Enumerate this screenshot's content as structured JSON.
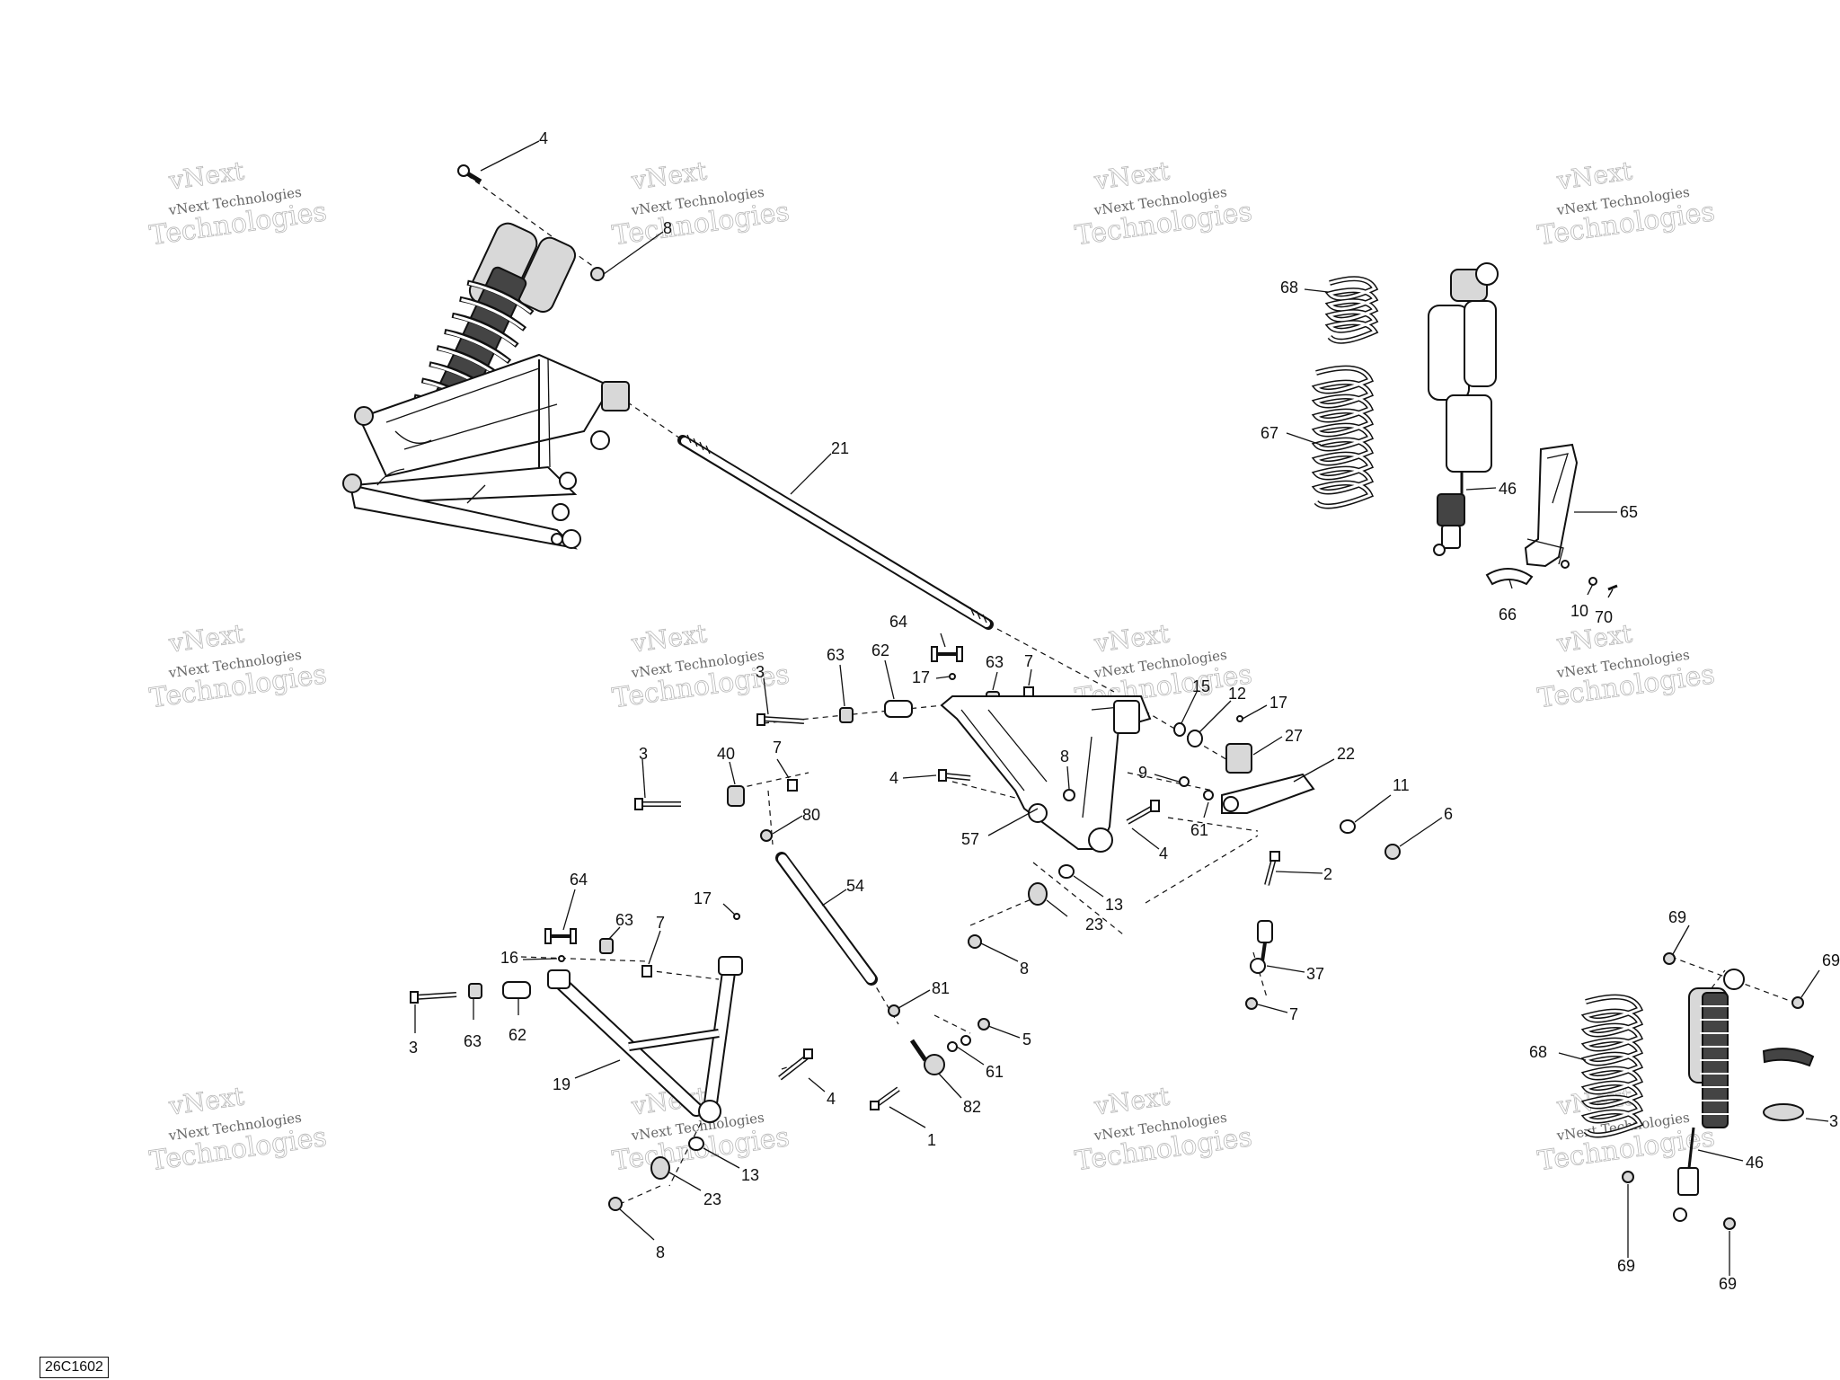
{
  "diagram": {
    "reference_code": "26C1602",
    "watermark": {
      "line1": "vNext",
      "line2": "vNext Technologies",
      "line3": "Technologies"
    },
    "callouts": [
      "4",
      "8",
      "21",
      "68",
      "67",
      "46",
      "65",
      "66",
      "10",
      "70",
      "64",
      "63",
      "62",
      "17",
      "63",
      "7",
      "3",
      "15",
      "12",
      "17",
      "27",
      "22",
      "3",
      "40",
      "7",
      "8",
      "4",
      "9",
      "61",
      "11",
      "6",
      "80",
      "57",
      "4",
      "2",
      "54",
      "13",
      "23",
      "37",
      "8",
      "7",
      "64",
      "17",
      "63",
      "7",
      "16",
      "3",
      "63",
      "62",
      "19",
      "81",
      "5",
      "61",
      "4",
      "82",
      "1",
      "13",
      "23",
      "8",
      "69",
      "69",
      "68",
      "46",
      "69",
      "69",
      "3"
    ]
  }
}
